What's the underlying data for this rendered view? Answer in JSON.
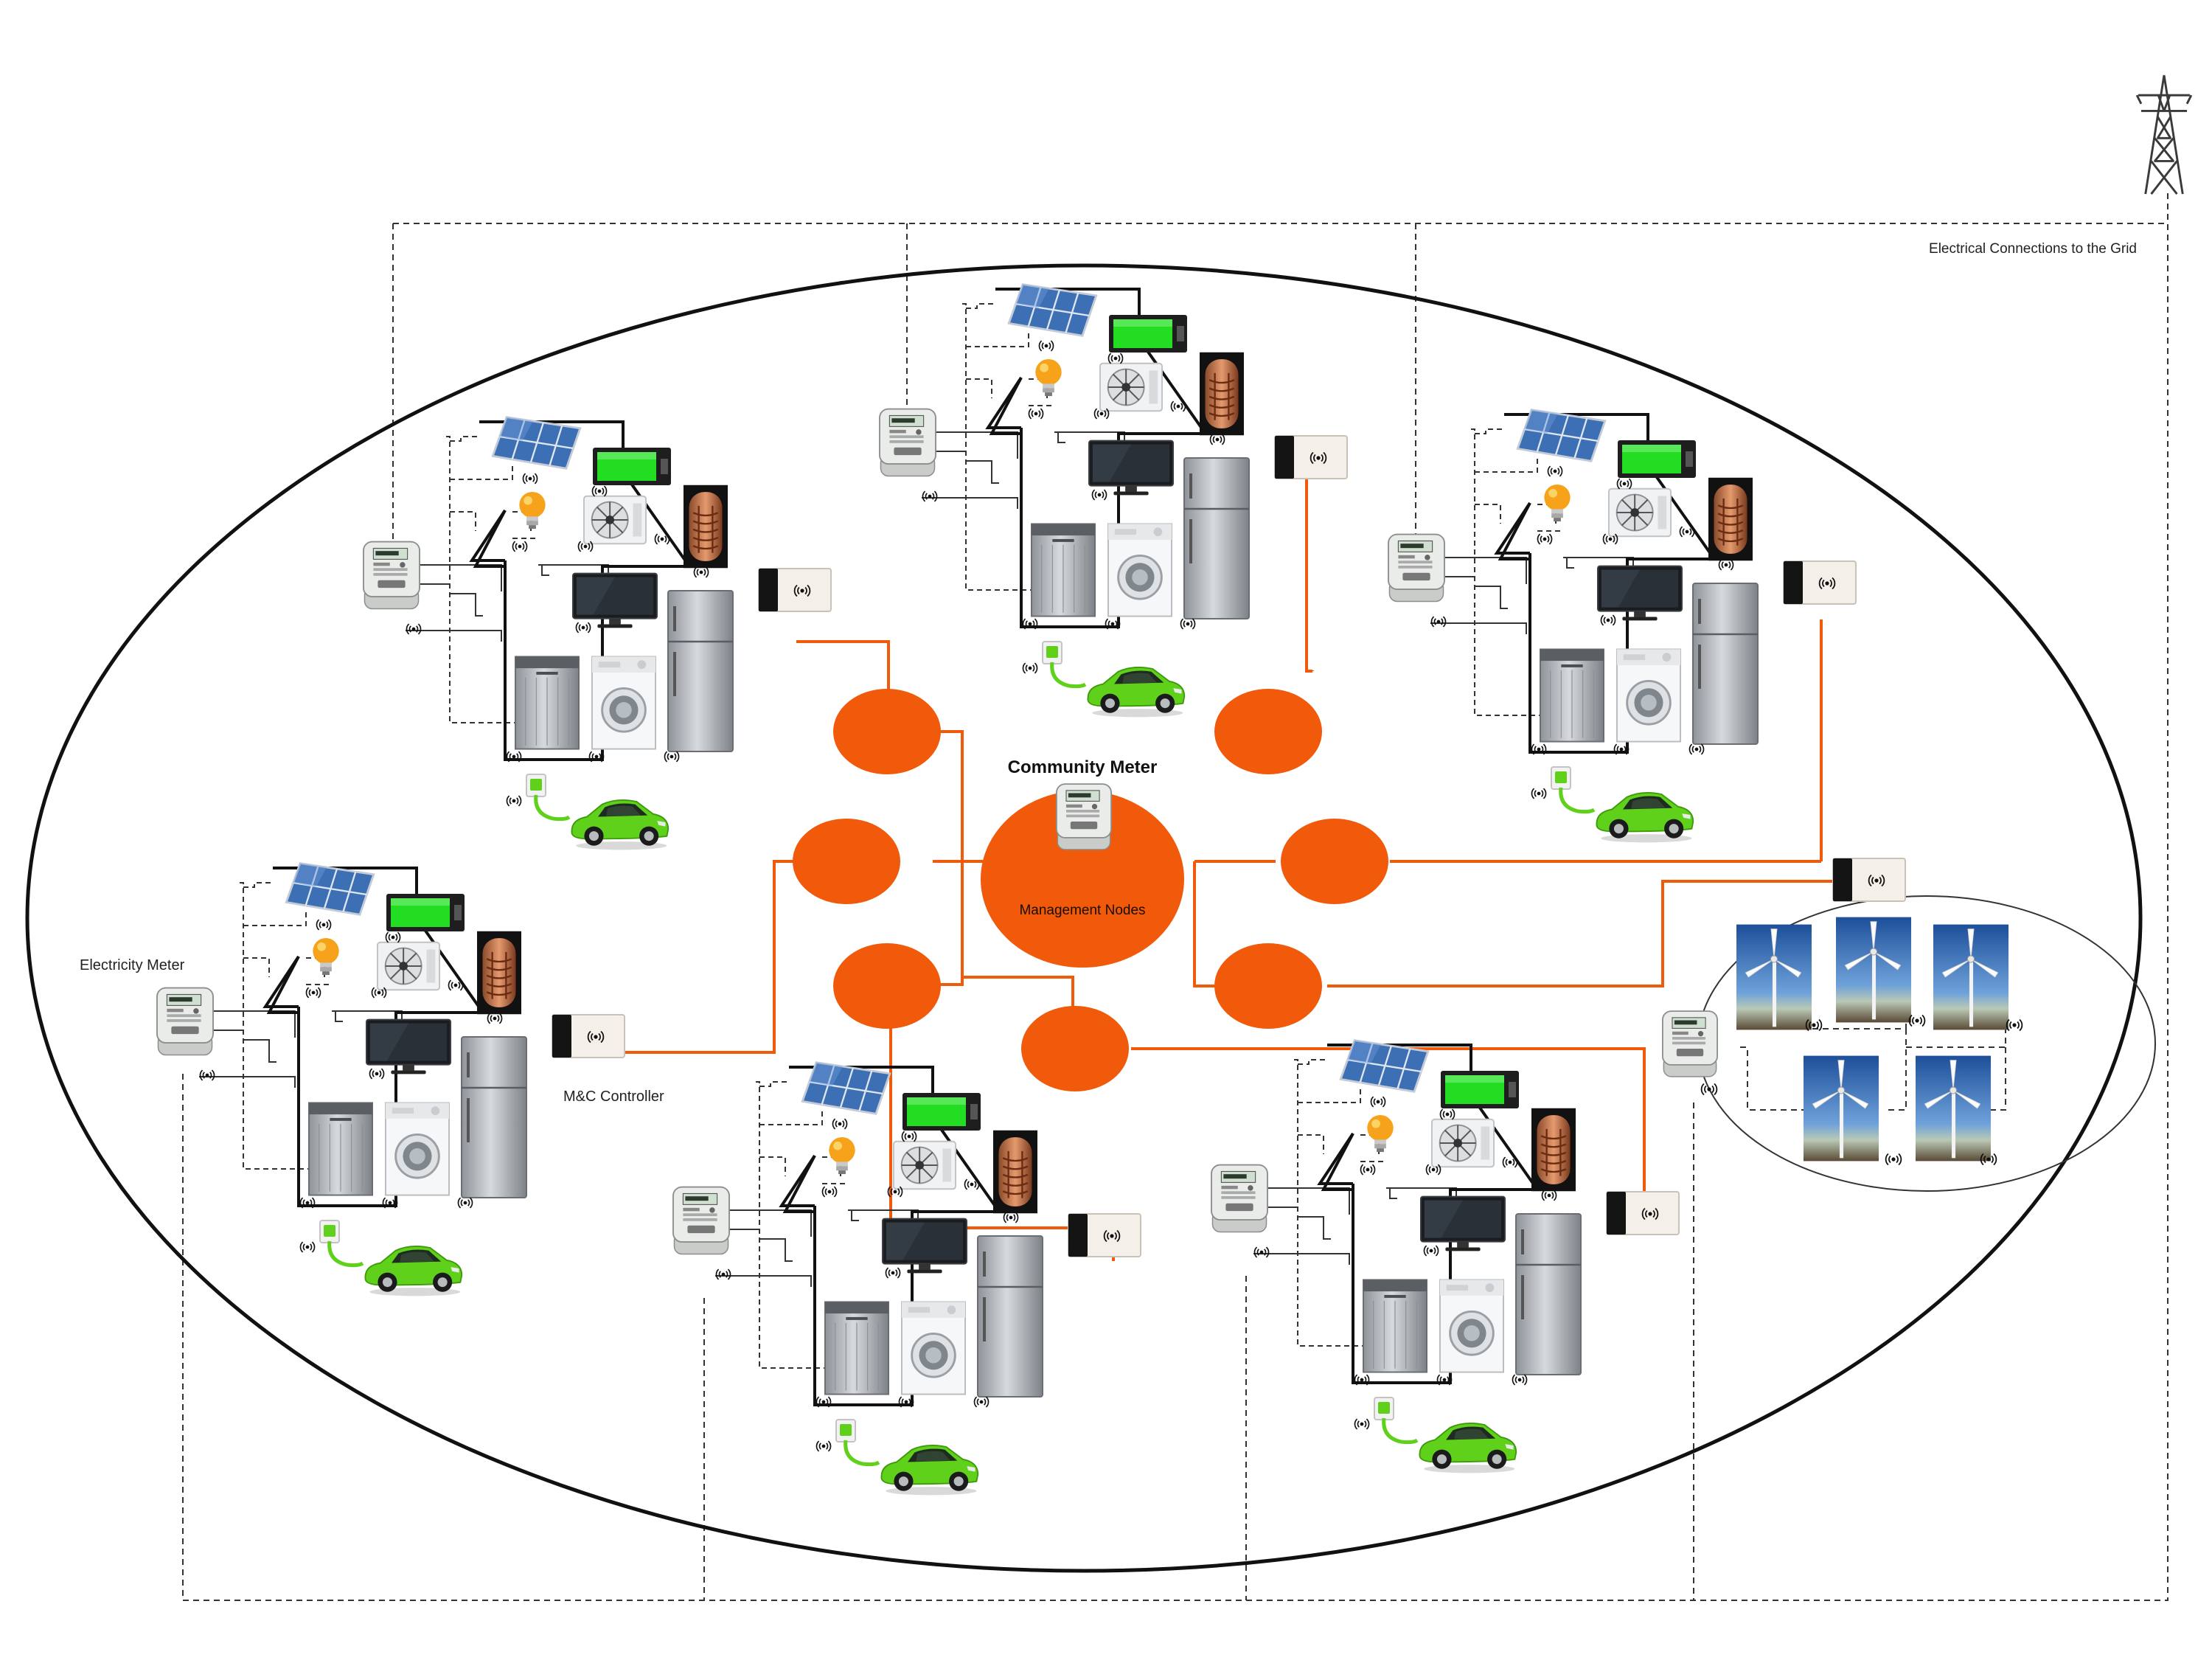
{
  "labels": {
    "grid_connections": "Electrical Connections to the Grid",
    "community_meter": "Community Meter",
    "management_nodes": "Management Nodes",
    "electricity_meter": "Electricity Meter",
    "mc_controller": "M&C Controller"
  },
  "colors": {
    "orange": "#f05a0a",
    "panel_blue": "#3d6fb5",
    "battery_green": "#22dd22",
    "car_green": "#5fd11a",
    "appliance_grey": "#a9adb2",
    "sky_blue": "#2f6fb8",
    "bulb_yellow": "#f6a21a"
  },
  "icons": {
    "pylon": "transmission-tower-icon",
    "meter": "electricity-meter-icon",
    "wireless": "wireless-signal-icon",
    "solar": "solar-panel-icon",
    "battery": "battery-icon",
    "bulb": "light-bulb-icon",
    "ac": "air-conditioner-icon",
    "boiler": "water-heater-icon",
    "tv": "television-icon",
    "dishwasher": "dishwasher-icon",
    "washer": "washing-machine-icon",
    "fridge": "refrigerator-icon",
    "ev": "electric-car-icon",
    "charger": "ev-charger-icon",
    "controller": "controller-icon",
    "turbine": "wind-turbine-icon"
  }
}
